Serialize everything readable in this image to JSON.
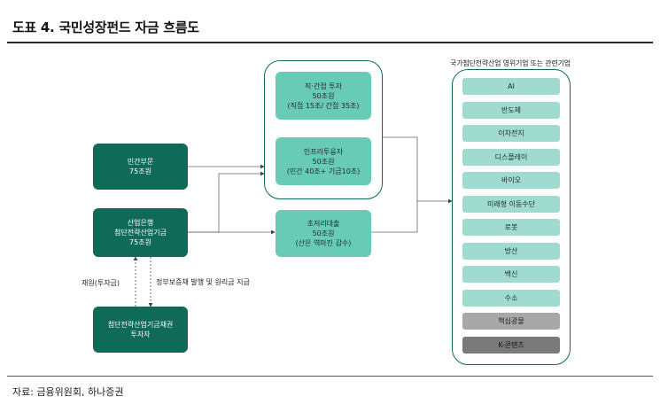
{
  "title": "도표 4. 국민성장펀드 자금 흐름도",
  "source": "자료: 금융위원회, 하나증권",
  "nodes": {
    "private": {
      "line1": "민간부문",
      "line2": "75조원"
    },
    "kdb": {
      "line1": "산업은행",
      "line2": "첨단전략산업기금",
      "line3": "75조원"
    },
    "bond_investor": {
      "line1": "첨단전략산업기금채권",
      "line2": "투자자"
    },
    "direct": {
      "line1": "직·간접 투자",
      "line2": "50조원",
      "line3": "(직접 15조/ 간접 35조)"
    },
    "infra": {
      "line1": "인프라투융자",
      "line2": "50조원",
      "line3": "(민간 40조+ 기금10조)"
    },
    "loan": {
      "line1": "초저리대출",
      "line2": "50조원",
      "line3": "(산은 역마진 감수)"
    }
  },
  "edge_labels": {
    "refinance": "재원(투자금)",
    "guarantee": "정부보증채 발행 및 원리금 지급"
  },
  "right_panel": {
    "title": "국가첨단전략산업 영위기업 또는 관련기업",
    "items": [
      {
        "label": "AI",
        "style": "mintlight"
      },
      {
        "label": "반도체",
        "style": "mintlight"
      },
      {
        "label": "이차전지",
        "style": "mintlight"
      },
      {
        "label": "디스플레이",
        "style": "mintlight"
      },
      {
        "label": "바이오",
        "style": "mintlight"
      },
      {
        "label": "미래형 이동수단",
        "style": "mintlight"
      },
      {
        "label": "로봇",
        "style": "mintlight"
      },
      {
        "label": "방산",
        "style": "mintlight"
      },
      {
        "label": "백신",
        "style": "mintlight"
      },
      {
        "label": "수소",
        "style": "mintlight"
      },
      {
        "label": "핵심광물",
        "style": "gray1"
      },
      {
        "label": "K-콘텐츠",
        "style": "gray2"
      }
    ]
  },
  "colors": {
    "dark": "#0f6b58",
    "mint": "#68cbb6",
    "mint_light": "#9fdccf"
  }
}
